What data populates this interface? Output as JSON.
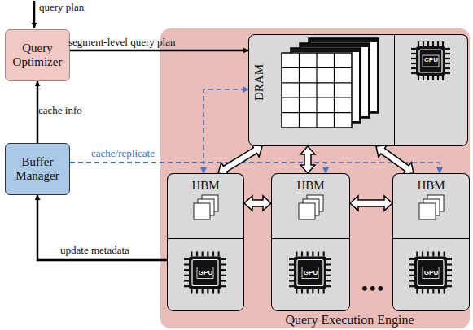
{
  "diagram": {
    "nodes": [
      {
        "text": [
          "Query Optimizer"
        ]
      },
      {
        "text": [
          "Buffer Manager"
        ]
      },
      {
        "text": [
          "Query Execution Engine"
        ]
      },
      {
        "text": [
          "DRAM"
        ],
        "in": 2
      },
      {
        "text": [
          "CPU"
        ],
        "in": 2
      },
      {
        "text": [
          "HBM"
        ],
        "in": 2
      },
      {
        "text": [
          "GPU"
        ],
        "in": 2
      },
      {
        "text": [
          "HBM"
        ],
        "in": 2
      },
      {
        "text": [
          "GPU"
        ],
        "in": 2
      },
      {
        "text": [
          "HBM"
        ],
        "in": 2
      },
      {
        "text": [
          "GPU"
        ],
        "in": 2
      }
    ],
    "edges": [
      {
        "from": 0,
        "to": 3,
        "label": "segment-level query plan",
        "arrow": "to"
      },
      {
        "from": 1,
        "to": 0,
        "label": "cache info",
        "arrow": "to"
      },
      {
        "from": 6,
        "to": 1,
        "label": "update metadata",
        "arrow": "to"
      },
      {
        "from": 1,
        "to": 3,
        "arrow": "to"
      },
      {
        "from": 1,
        "to": 5,
        "label": "cache/replicate",
        "arrow": "to"
      },
      {
        "from": 1,
        "to": 7,
        "arrow": "to"
      },
      {
        "from": 1,
        "to": 9,
        "arrow": "to"
      },
      {
        "from": 3,
        "to": 5,
        "arrow": "both"
      },
      {
        "from": 3,
        "to": 7,
        "arrow": "both"
      },
      {
        "from": 3,
        "to": 9,
        "arrow": "both"
      },
      {
        "from": 5,
        "to": 7,
        "arrow": "both"
      },
      {
        "from": 7,
        "to": 9,
        "arrow": "both"
      }
    ],
    "labels": [
      "query plan",
      "•••"
    ]
  }
}
